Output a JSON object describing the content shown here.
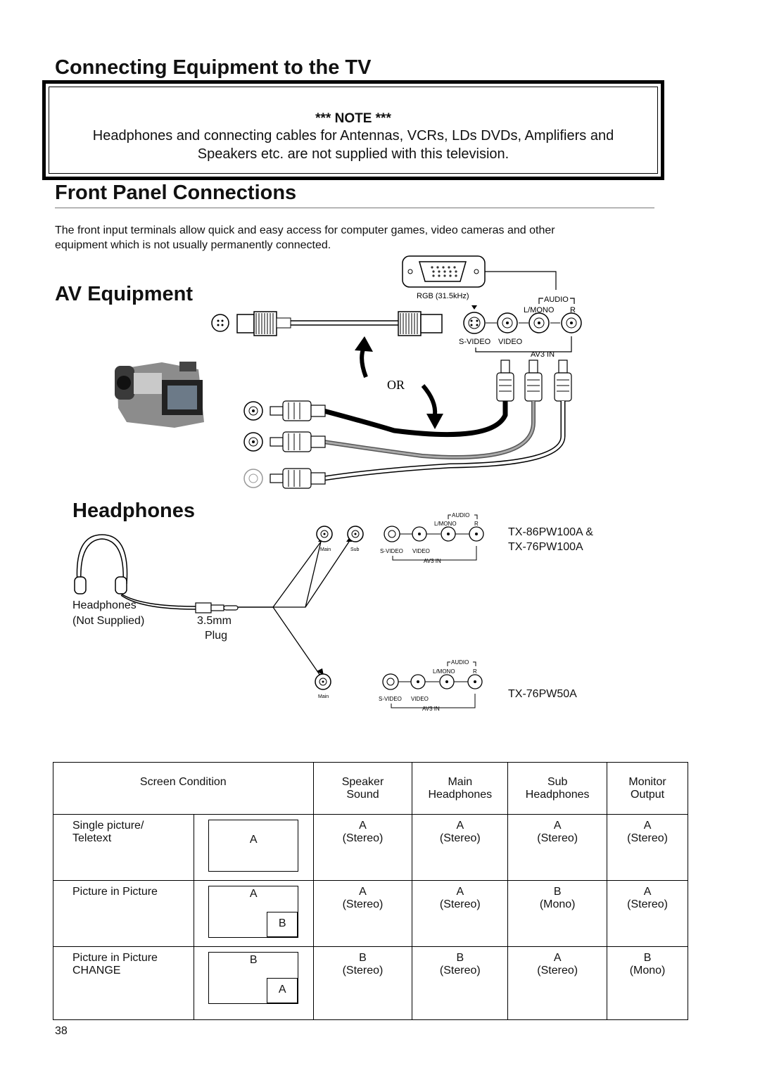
{
  "main_title": "Connecting Equipment to the TV",
  "note": {
    "heading": "*** NOTE ***",
    "line1": "Headphones and connecting cables for Antennas, VCRs, LDs DVDs, Amplifiers and",
    "line2": "Speakers etc. are not supplied with this television."
  },
  "front_panel": {
    "title": "Front Panel Connections",
    "intro_line1": "The front input terminals allow quick and easy access for computer games, video cameras and other",
    "intro_line2": "equipment which is not usually permanently connected."
  },
  "av_equipment": {
    "title": "AV Equipment",
    "rgb_label": "RGB (31.5kHz)",
    "audio_label": "AUDIO",
    "lmono_label": "L/MONO",
    "r_label": "R",
    "svideo_label": "S-VIDEO",
    "video_label": "VIDEO",
    "av3_label": "AV3 IN",
    "or_label": "OR"
  },
  "headphones": {
    "title": "Headphones",
    "label_line1": "Headphones",
    "label_line2": "(Not Supplied)",
    "plug_line1": "3.5mm",
    "plug_line2": "Plug",
    "main_jack": "Main",
    "sub_jack": "Sub",
    "model_1": "TX-86PW100A &",
    "model_2": "TX-76PW100A",
    "model_3": "TX-76PW50A"
  },
  "table": {
    "headers": {
      "screen": "Screen Condition",
      "speaker_1": "Speaker",
      "speaker_2": "Sound",
      "main_1": "Main",
      "main_2": "Headphones",
      "sub_1": "Sub",
      "sub_2": "Headphones",
      "monitor_1": "Monitor",
      "monitor_2": "Output"
    },
    "rows": [
      {
        "name_1": "Single picture/",
        "name_2": "Teletext",
        "screen_main": "A",
        "screen_inset": "",
        "speaker": [
          "A",
          "(Stereo)"
        ],
        "main": [
          "A",
          "(Stereo)"
        ],
        "sub": [
          "A",
          "(Stereo)"
        ],
        "monitor": [
          "A",
          "(Stereo)"
        ]
      },
      {
        "name_1": "Picture in Picture",
        "name_2": "",
        "screen_main": "A",
        "screen_inset": "B",
        "speaker": [
          "A",
          "(Stereo)"
        ],
        "main": [
          "A",
          "(Stereo)"
        ],
        "sub": [
          "B",
          "(Mono)"
        ],
        "monitor": [
          "A",
          "(Stereo)"
        ]
      },
      {
        "name_1": "Picture in Picture",
        "name_2": "CHANGE",
        "screen_main": "B",
        "screen_inset": "A",
        "speaker": [
          "B",
          "(Stereo)"
        ],
        "main": [
          "B",
          "(Stereo)"
        ],
        "sub": [
          "A",
          "(Stereo)"
        ],
        "monitor": [
          "B",
          "(Mono)"
        ]
      }
    ]
  },
  "page_number": "38"
}
